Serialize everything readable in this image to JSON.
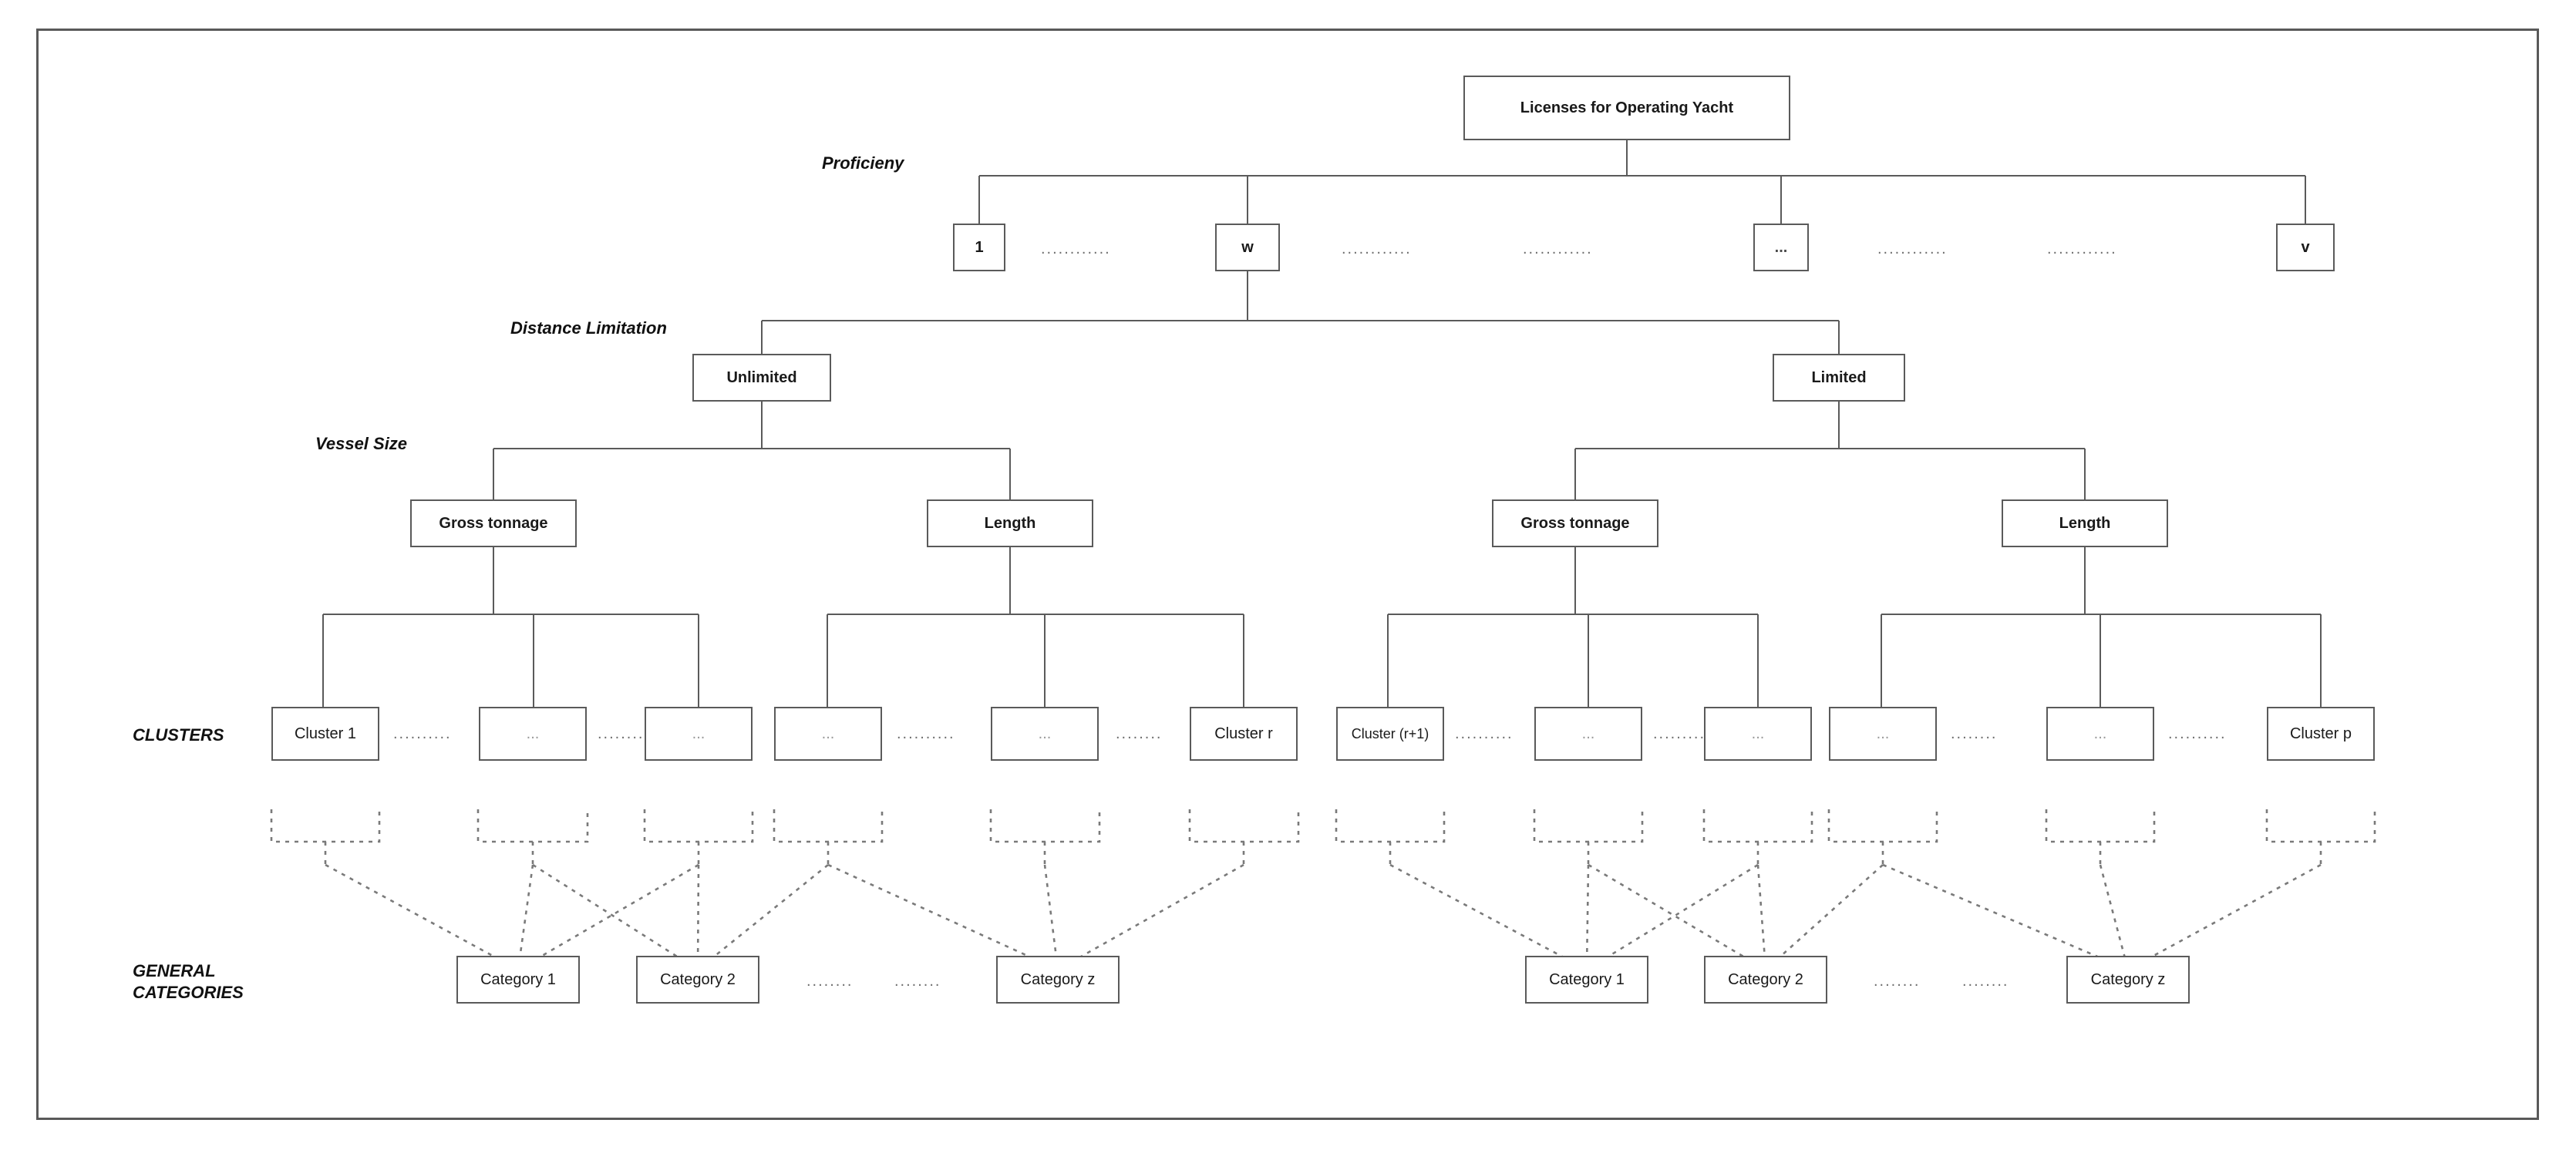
{
  "diagram": {
    "title": "Licenses for Operating Yacht hierarchical classification tree",
    "type": "tree",
    "frame_border_color": "#595959",
    "node_border_color": "#5a5a5a",
    "text_color": "#1a1a1a",
    "dotted_color": "#6e6e6e"
  },
  "row_labels": {
    "proficiency": "Proficieny",
    "distance_limitation": "Distance Limitation",
    "vessel_size": "Vessel Size",
    "clusters": "CLUSTERS",
    "general_categories": "GENERAL\nCATEGORIES"
  },
  "root": {
    "label": "Licenses for Operating Yacht"
  },
  "proficiency_level": {
    "label": "Proficieny",
    "nodes": [
      {
        "id": "p1",
        "label": "1"
      },
      {
        "id": "pw",
        "label": "w"
      },
      {
        "id": "pdots",
        "label": "..."
      },
      {
        "id": "pv",
        "label": "v"
      }
    ],
    "ellipses": [
      "............",
      "............",
      "............",
      "............",
      "............"
    ]
  },
  "distance_level": {
    "label": "Distance Limitation",
    "nodes": [
      {
        "id": "d-unlimited",
        "label": "Unlimited"
      },
      {
        "id": "d-limited",
        "label": "Limited"
      }
    ]
  },
  "vessel_size_level": {
    "label": "Vessel Size",
    "nodes": [
      {
        "id": "v-gt-unl",
        "label": "Gross tonnage",
        "parent": "d-unlimited"
      },
      {
        "id": "v-len-unl",
        "label": "Length",
        "parent": "d-unlimited"
      },
      {
        "id": "v-gt-lim",
        "label": "Gross tonnage",
        "parent": "d-limited"
      },
      {
        "id": "v-len-lim",
        "label": "Length",
        "parent": "d-limited"
      }
    ]
  },
  "clusters_level": {
    "label": "CLUSTERS",
    "nodes": [
      {
        "id": "c1",
        "label": "Cluster 1",
        "parent": "v-gt-unl"
      },
      {
        "id": "c2",
        "label": "...",
        "parent": "v-gt-unl"
      },
      {
        "id": "c3",
        "label": "...",
        "parent": "v-gt-unl"
      },
      {
        "id": "c4",
        "label": "...",
        "parent": "v-len-unl"
      },
      {
        "id": "c5",
        "label": "...",
        "parent": "v-len-unl"
      },
      {
        "id": "c6",
        "label": "Cluster r",
        "parent": "v-len-unl"
      },
      {
        "id": "c7",
        "label": "Cluster (r+1)",
        "parent": "v-gt-lim"
      },
      {
        "id": "c8",
        "label": "...",
        "parent": "v-gt-lim"
      },
      {
        "id": "c9",
        "label": "...",
        "parent": "v-gt-lim"
      },
      {
        "id": "c10",
        "label": "...",
        "parent": "v-len-lim"
      },
      {
        "id": "c11",
        "label": "...",
        "parent": "v-len-lim"
      },
      {
        "id": "c12",
        "label": "Cluster p",
        "parent": "v-len-lim"
      }
    ],
    "ellipses": [
      "..........",
      "........",
      "..........",
      "........",
      "..........",
      "..........",
      "........",
      "..........",
      "........",
      ".........."
    ]
  },
  "categories_level": {
    "label": "GENERAL\nCATEGORIES",
    "left_group": [
      {
        "id": "lcat1",
        "label": "Category 1"
      },
      {
        "id": "lcat2",
        "label": "Category 2"
      },
      {
        "id": "lcatz",
        "label": "Category z"
      }
    ],
    "right_group": [
      {
        "id": "rcat1",
        "label": "Category 1"
      },
      {
        "id": "rcat2",
        "label": "Category 2"
      },
      {
        "id": "rcatz",
        "label": "Category z"
      }
    ],
    "left_ellipses": [
      "........",
      "........"
    ],
    "right_ellipses": [
      "........",
      "........"
    ]
  }
}
